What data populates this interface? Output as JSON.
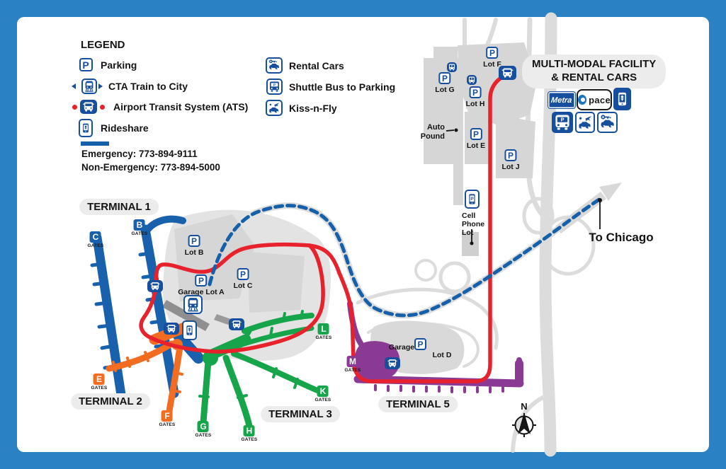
{
  "legend": {
    "title": "LEGEND",
    "items_left": [
      {
        "label": "Parking",
        "icon": "parking-icon"
      },
      {
        "label": "CTA Train to City",
        "icon": "cta-train-icon"
      },
      {
        "label": "Airport Transit System (ATS)",
        "icon": "ats-bus-icon"
      },
      {
        "label": "Rideshare",
        "icon": "rideshare-icon"
      }
    ],
    "items_right": [
      {
        "label": "Rental Cars",
        "icon": "rental-cars-icon"
      },
      {
        "label": "Shuttle Bus to Parking",
        "icon": "shuttle-bus-icon"
      },
      {
        "label": "Kiss-n-Fly",
        "icon": "kiss-n-fly-icon"
      }
    ],
    "emergency": "Emergency: 773-894-9111",
    "non_emergency": "Non-Emergency: 773-894-5000"
  },
  "multi_modal": {
    "line1": "MULTI-MODAL FACILITY",
    "line2": "& RENTAL CARS",
    "metra": "Metra",
    "pace": "pace"
  },
  "terminals": {
    "t1": "TERMINAL 1",
    "t2": "TERMINAL 2",
    "t3": "TERMINAL 3",
    "t5": "TERMINAL 5"
  },
  "gates": {
    "caption": "GATES",
    "b": "B",
    "c": "C",
    "e": "E",
    "f": "F",
    "g": "G",
    "h": "H",
    "k": "K",
    "l": "L",
    "m": "M"
  },
  "lots": {
    "a": "Garage Lot A",
    "b": "Lot B",
    "c": "Lot C",
    "d": "Lot D",
    "e": "Lot E",
    "f": "Lot F",
    "g": "Lot G",
    "h": "Lot H",
    "j": "Lot J",
    "t5_garage": "Garage",
    "cell": "Cell Phone Lot",
    "auto_pound": "Auto Pound"
  },
  "labels": {
    "to_chicago": "To Chicago",
    "north": "N",
    "parking_glyph": "P"
  },
  "icons": {
    "parking-icon": "white square, blue border, blue P",
    "cta-train-icon": "train front with outward arrows",
    "ats-bus-icon": "blue bus front with red line dots",
    "rideshare-icon": "phone with location pin",
    "rental-cars-icon": "car with key",
    "shuttle-bus-icon": "bus front with P windshield",
    "kiss-n-fly-icon": "car with airplane",
    "metra-logo": "blue box white italic Metra",
    "pace-logo": "white box blue circle pace",
    "compass-icon": "circle with black north star"
  },
  "colors": {
    "frame": "#2a81c4",
    "terminal1_blue": "#1961ac",
    "terminal2_orange": "#f26c22",
    "terminal3_green": "#17a54b",
    "terminal5_purple": "#8b3a94",
    "ats_route_red": "#e8222d",
    "cta_route_blue": "#1560a8",
    "road_gray": "#dcdcdc",
    "lot_gray": "#d6d6d6",
    "icon_blue": "#174f9e"
  }
}
